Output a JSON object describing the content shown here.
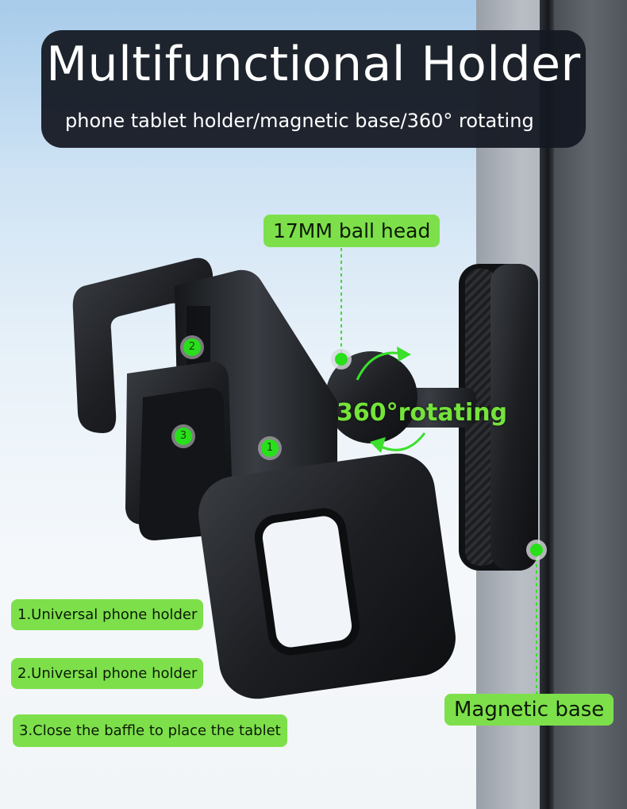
{
  "banner": {
    "title": "Multifunctional Holder",
    "subtitle": "phone tablet holder/magnetic base/360° rotating"
  },
  "callouts": {
    "ball_head": "17MM ball head",
    "rotating": "360°rotating",
    "magnetic_base": "Magnetic base"
  },
  "markers": [
    "1",
    "2",
    "3"
  ],
  "features": [
    "1.Universal phone holder",
    "2.Universal phone holder",
    "3.Close the baffle to place the tablet"
  ],
  "colors": {
    "accent_green": "#7de04b",
    "banner_bg": "#141822"
  }
}
